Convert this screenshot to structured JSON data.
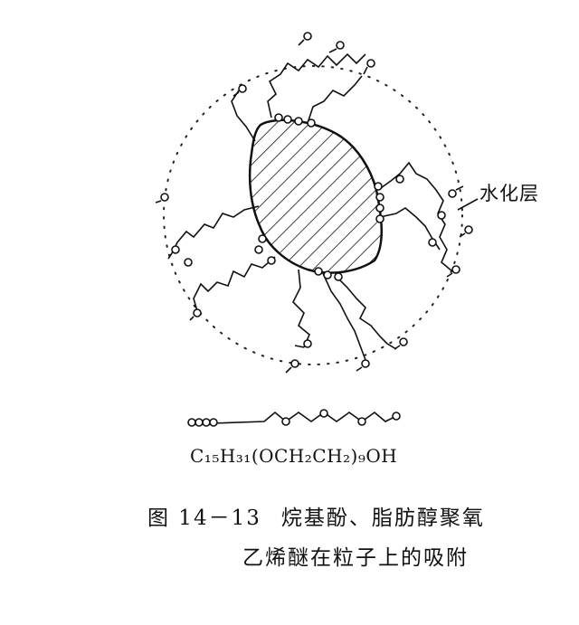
{
  "figure": {
    "hydration_layer_label": "水化层",
    "molecule_formula": "C₁₅H₃₁(OCH₂CH₂)₉OH",
    "caption": {
      "number": "图 14－13",
      "title_line1": "烷基酚、脂肪醇聚氧",
      "title_line2": "乙烯醚在粒子上的吸附"
    }
  }
}
